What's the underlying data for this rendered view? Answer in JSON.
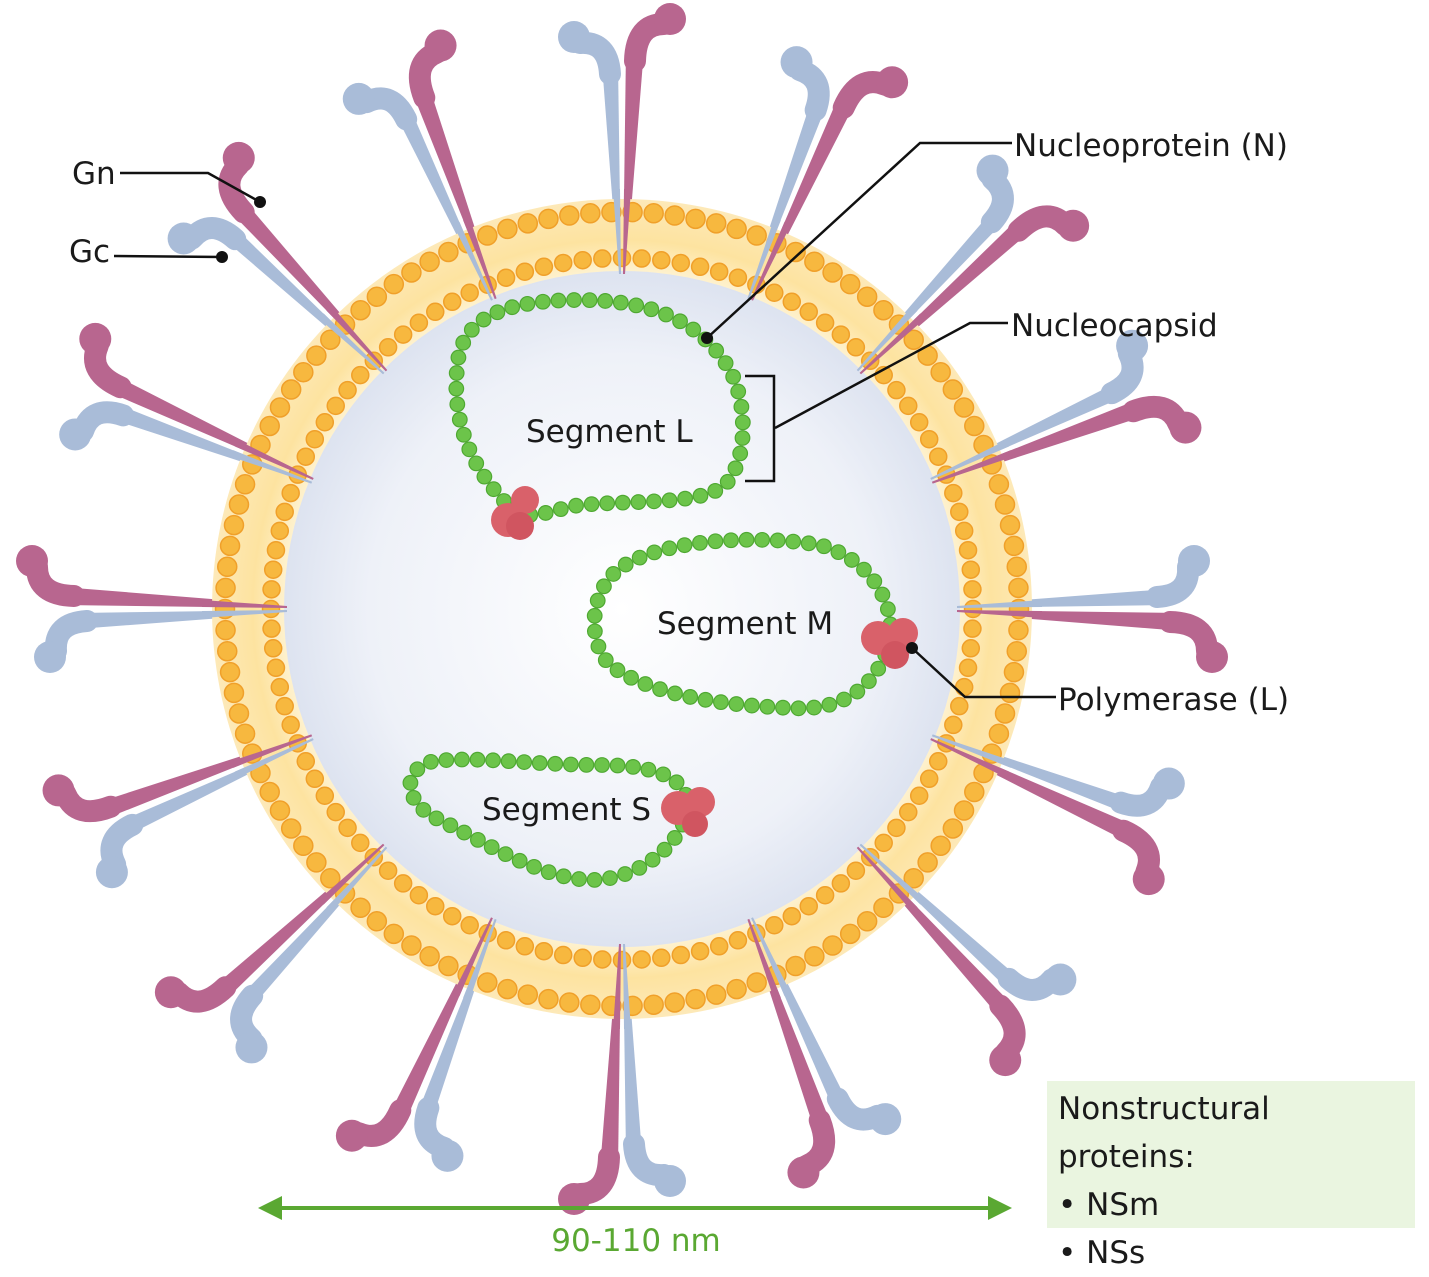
{
  "labels": {
    "gn": "Gn",
    "gc": "Gc",
    "nucleoprotein": "Nucleoprotein (N)",
    "nucleocapsid": "Nucleocapsid",
    "polymerase": "Polymerase (L)"
  },
  "segments": {
    "l": "Segment L",
    "m": "Segment M",
    "s": "Segment S"
  },
  "nonstructural": {
    "title": "Nonstructural proteins:",
    "items": [
      "• NSm",
      "• NSs"
    ]
  },
  "size": "90-110 nm",
  "colors": {
    "gn": "#b8668f",
    "gc": "#a9bcd8",
    "lipid": "#f7b83f",
    "nucleoprotein": "#6cc44a",
    "polymerase": "#d9616a",
    "scale": "#5aa832",
    "box": "#eaf5e0"
  }
}
